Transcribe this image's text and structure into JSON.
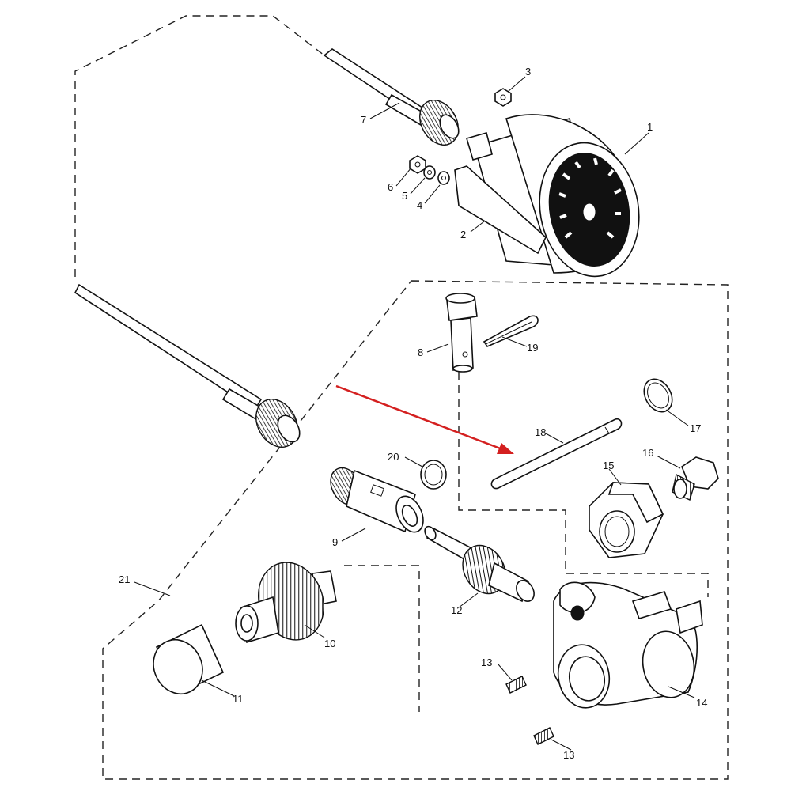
{
  "callouts": {
    "c1": "1",
    "c2": "2",
    "c3": "3",
    "c4": "4",
    "c5": "5",
    "c6": "6",
    "c7": "7",
    "c8": "8",
    "c9": "9",
    "c10": "10",
    "c11": "11",
    "c12": "12",
    "c13a": "13",
    "c13b": "13",
    "c14": "14",
    "c15": "15",
    "c16": "16",
    "c17": "17",
    "c18": "18",
    "c19": "19",
    "c20": "20",
    "c21": "21"
  },
  "colors": {
    "line": "#111111",
    "arrow": "#d42020",
    "background": "#ffffff"
  }
}
